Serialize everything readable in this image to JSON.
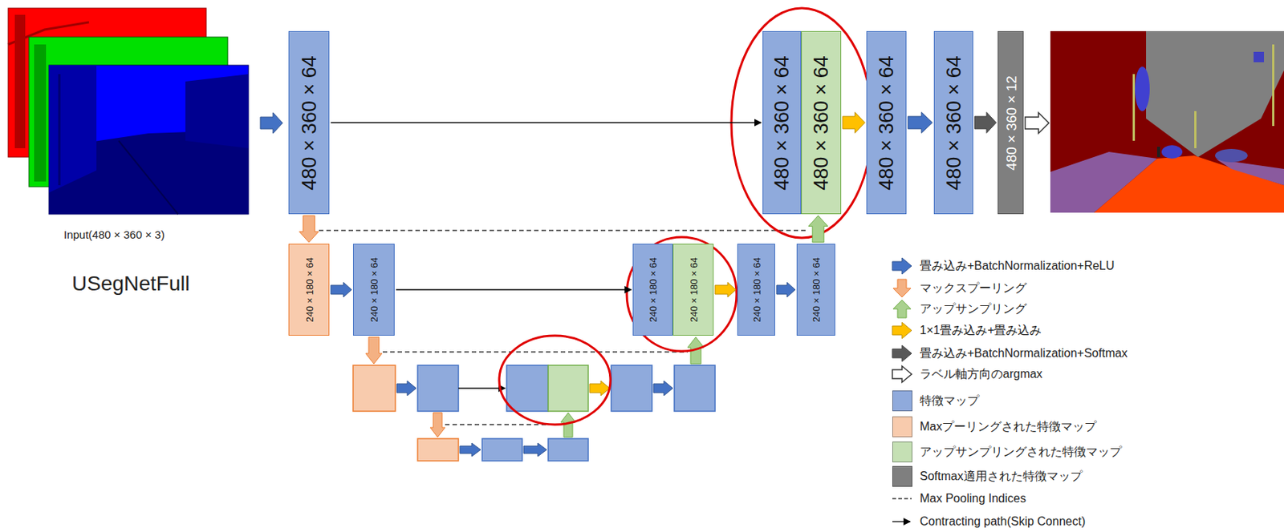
{
  "diagram": {
    "title": "USegNetFull",
    "nodes": [
      {
        "text": [
          "480 × 360 × 64"
        ]
      },
      {
        "text": [
          "480 × 360 × 64"
        ]
      },
      {
        "text": [
          "480 × 360 × 64"
        ]
      },
      {
        "text": [
          "480 × 360 × 64"
        ]
      },
      {
        "text": [
          "480 × 360 × 64"
        ]
      },
      {
        "text": [
          "480 × 360 × 12"
        ]
      },
      {
        "text": [
          "240 × 180 × 64"
        ]
      },
      {
        "text": [
          "240 × 180 × 64"
        ]
      },
      {
        "text": [
          "240 × 180 × 64"
        ]
      },
      {
        "text": [
          "240 × 180 × 64"
        ]
      },
      {
        "text": [
          "240 × 180 × 64"
        ]
      },
      {
        "text": [
          "240 × 180 × 64"
        ]
      }
    ],
    "edges": [
      {
        "from": 0,
        "to": 1,
        "arrow": "to"
      },
      {
        "from": 2,
        "to": 3,
        "arrow": "to"
      },
      {
        "from": 3,
        "to": 4,
        "arrow": "to"
      },
      {
        "from": 4,
        "to": 5,
        "arrow": "to"
      },
      {
        "from": 0,
        "to": 6,
        "arrow": "to"
      },
      {
        "from": 6,
        "to": 7,
        "arrow": "to"
      },
      {
        "from": 7,
        "to": 8,
        "arrow": "to"
      },
      {
        "from": 9,
        "to": 10,
        "arrow": "to"
      },
      {
        "from": 10,
        "to": 11,
        "arrow": "to"
      },
      {
        "from": 11,
        "to": 2,
        "arrow": "to"
      }
    ],
    "labels": [
      "Input(480 × 360 × 3)"
    ],
    "legend": [
      {
        "text": "畳み込み+BatchNormalization+ReLU"
      },
      {
        "text": "マックスプーリング"
      },
      {
        "text": "アップサンプリング"
      },
      {
        "text": "1×1畳み込み+畳み込み"
      },
      {
        "text": "畳み込み+BatchNormalization+Softmax"
      },
      {
        "text": "ラベル軸方向のargmax"
      },
      {
        "text": "特徴マップ",
        "color": "#8faadc"
      },
      {
        "text": "Maxプーリングされた特徴マップ",
        "color": "#f8cbad"
      },
      {
        "text": "アップサンプリングされた特徴マップ",
        "color": "#c5e0b4"
      },
      {
        "text": "Softmax適用された特徴マップ",
        "color": "#7f7f7f"
      },
      {
        "text": "Max Pooling Indices"
      },
      {
        "text": "Contracting path(Skip Connect)"
      }
    ]
  }
}
